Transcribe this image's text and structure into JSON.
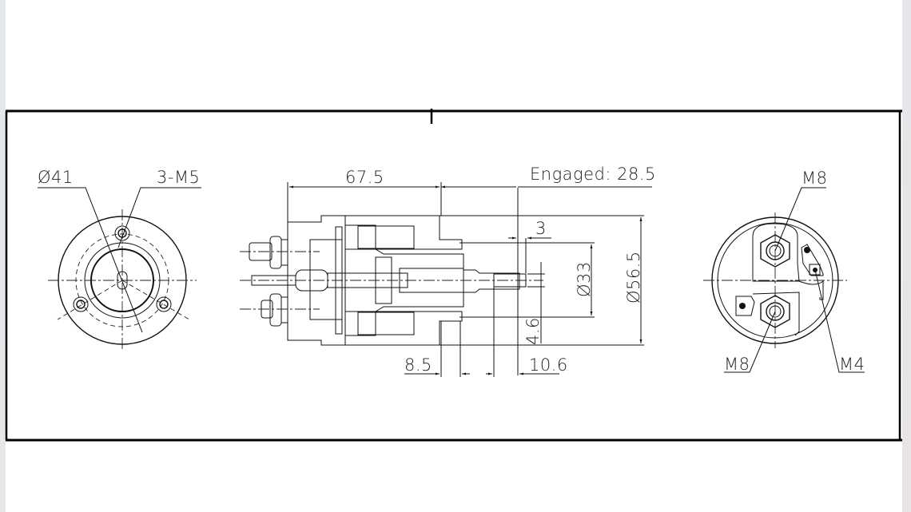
{
  "viewer": {
    "background": "#ffffff",
    "gutter_color": "#e6e9ec"
  },
  "drawing": {
    "frame_color": "#000000",
    "views": {
      "front": {
        "labels": {
          "diameter": "Ø41",
          "holes": "3-M5"
        }
      },
      "section": {
        "labels": {
          "length": "67.5",
          "engaged": "Engaged: 28.5",
          "stroke_gap": "3",
          "diameter_inner": "Ø33",
          "diameter_outer": "Ø56.5",
          "pin_offset": "4.6",
          "flange": "8.5",
          "shaft_len": "10.6"
        }
      },
      "rear": {
        "labels": {
          "top_terminal": "M8",
          "bottom_terminal": "M8",
          "small_terminal": "M4"
        }
      }
    }
  }
}
